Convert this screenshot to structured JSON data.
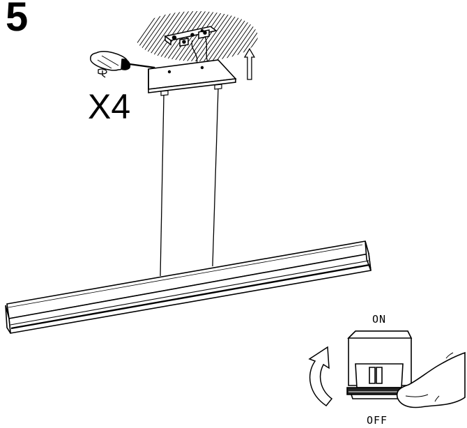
{
  "step": {
    "number": "5"
  },
  "screw_note": {
    "quantity": "X4"
  },
  "switch": {
    "on_label": "ON",
    "off_label": "OFF"
  },
  "colors": {
    "ink": "#000000",
    "paper": "#ffffff"
  },
  "icons": [
    "ceiling-hatch-icon",
    "screwdriver-icon",
    "screw-icon",
    "up-arrow-icon",
    "hand-icon",
    "rotate-arrow-icon"
  ]
}
